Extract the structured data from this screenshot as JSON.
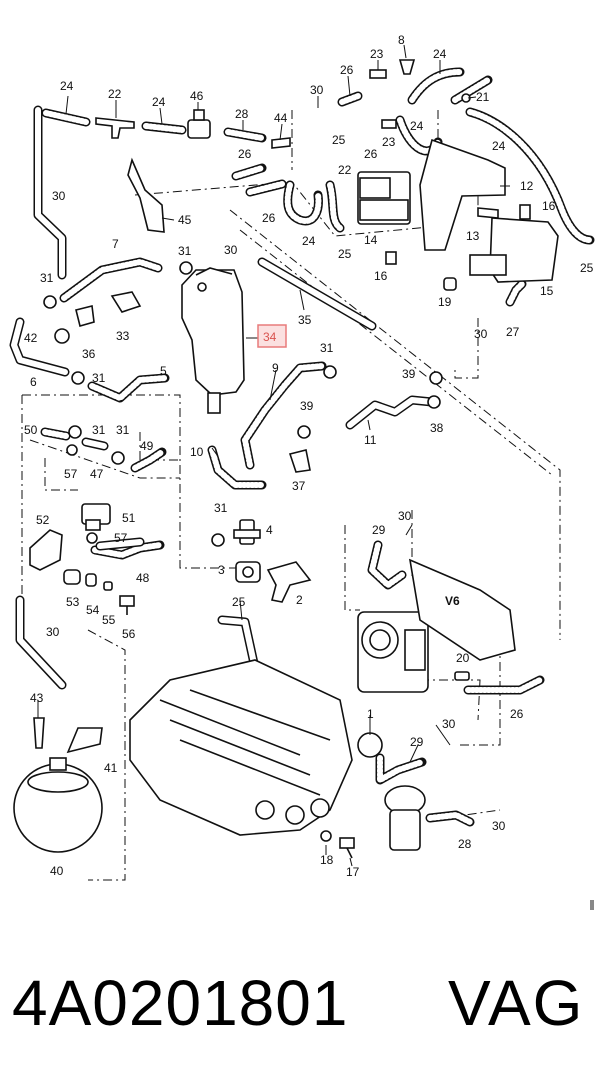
{
  "caption": {
    "part_number": "4A0201801",
    "brand": "VAG"
  },
  "highlight": {
    "label": "34",
    "color": "#f4a6a6"
  },
  "callouts": [
    {
      "id": "c-8",
      "text": "8"
    },
    {
      "id": "c-23a",
      "text": "23"
    },
    {
      "id": "c-24a",
      "text": "24"
    },
    {
      "id": "c-26a",
      "text": "26"
    },
    {
      "id": "c-30a",
      "text": "30"
    },
    {
      "id": "c-21",
      "text": "21"
    },
    {
      "id": "c-24b",
      "text": "24"
    },
    {
      "id": "c-22a",
      "text": "22"
    },
    {
      "id": "c-24c",
      "text": "24"
    },
    {
      "id": "c-46",
      "text": "46"
    },
    {
      "id": "c-28a",
      "text": "28"
    },
    {
      "id": "c-44",
      "text": "44"
    },
    {
      "id": "c-25a",
      "text": "25"
    },
    {
      "id": "c-23b",
      "text": "23"
    },
    {
      "id": "c-24d",
      "text": "24"
    },
    {
      "id": "c-24e",
      "text": "24"
    },
    {
      "id": "c-26b",
      "text": "26"
    },
    {
      "id": "c-26c",
      "text": "26"
    },
    {
      "id": "c-22b",
      "text": "22"
    },
    {
      "id": "c-12",
      "text": "12"
    },
    {
      "id": "c-30b",
      "text": "30"
    },
    {
      "id": "c-45",
      "text": "45"
    },
    {
      "id": "c-26d",
      "text": "26"
    },
    {
      "id": "c-24f",
      "text": "24"
    },
    {
      "id": "c-25b",
      "text": "25"
    },
    {
      "id": "c-14",
      "text": "14"
    },
    {
      "id": "c-16a",
      "text": "16"
    },
    {
      "id": "c-13",
      "text": "13"
    },
    {
      "id": "c-30c",
      "text": "30"
    },
    {
      "id": "c-7",
      "text": "7"
    },
    {
      "id": "c-31a",
      "text": "31"
    },
    {
      "id": "c-16b",
      "text": "16"
    },
    {
      "id": "c-25c",
      "text": "25"
    },
    {
      "id": "c-31b",
      "text": "31"
    },
    {
      "id": "c-15",
      "text": "15"
    },
    {
      "id": "c-19",
      "text": "19"
    },
    {
      "id": "c-33",
      "text": "33"
    },
    {
      "id": "c-35",
      "text": "35"
    },
    {
      "id": "c-30d",
      "text": "30"
    },
    {
      "id": "c-27",
      "text": "27"
    },
    {
      "id": "c-42",
      "text": "42"
    },
    {
      "id": "c-36",
      "text": "36"
    },
    {
      "id": "c-31c",
      "text": "31"
    },
    {
      "id": "c-6",
      "text": "6"
    },
    {
      "id": "c-31d",
      "text": "31"
    },
    {
      "id": "c-5",
      "text": "5"
    },
    {
      "id": "c-9",
      "text": "9"
    },
    {
      "id": "c-39a",
      "text": "39"
    },
    {
      "id": "c-50",
      "text": "50"
    },
    {
      "id": "c-31e",
      "text": "31"
    },
    {
      "id": "c-39b",
      "text": "39"
    },
    {
      "id": "c-38",
      "text": "38"
    },
    {
      "id": "c-31f",
      "text": "31"
    },
    {
      "id": "c-49",
      "text": "49"
    },
    {
      "id": "c-11",
      "text": "11"
    },
    {
      "id": "c-10",
      "text": "10"
    },
    {
      "id": "c-57a",
      "text": "57"
    },
    {
      "id": "c-47",
      "text": "47"
    },
    {
      "id": "c-37",
      "text": "37"
    },
    {
      "id": "c-52",
      "text": "52"
    },
    {
      "id": "c-51",
      "text": "51"
    },
    {
      "id": "c-31g",
      "text": "31"
    },
    {
      "id": "c-29a",
      "text": "29"
    },
    {
      "id": "c-30e",
      "text": "30"
    },
    {
      "id": "c-4",
      "text": "4"
    },
    {
      "id": "c-57b",
      "text": "57"
    },
    {
      "id": "c-48",
      "text": "48"
    },
    {
      "id": "c-3",
      "text": "3"
    },
    {
      "id": "c-53",
      "text": "53"
    },
    {
      "id": "c-54",
      "text": "54"
    },
    {
      "id": "c-55",
      "text": "55"
    },
    {
      "id": "c-56",
      "text": "56"
    },
    {
      "id": "c-2",
      "text": "2"
    },
    {
      "id": "c-25d",
      "text": "25"
    },
    {
      "id": "c-30f",
      "text": "30"
    },
    {
      "id": "c-20",
      "text": "20"
    },
    {
      "id": "c-43",
      "text": "43"
    },
    {
      "id": "c-26e",
      "text": "26"
    },
    {
      "id": "c-41",
      "text": "41"
    },
    {
      "id": "c-1",
      "text": "1"
    },
    {
      "id": "c-30g",
      "text": "30"
    },
    {
      "id": "c-29b",
      "text": "29"
    },
    {
      "id": "c-30h",
      "text": "30"
    },
    {
      "id": "c-40",
      "text": "40"
    },
    {
      "id": "c-18",
      "text": "18"
    },
    {
      "id": "c-17",
      "text": "17"
    },
    {
      "id": "c-28b",
      "text": "28"
    }
  ]
}
